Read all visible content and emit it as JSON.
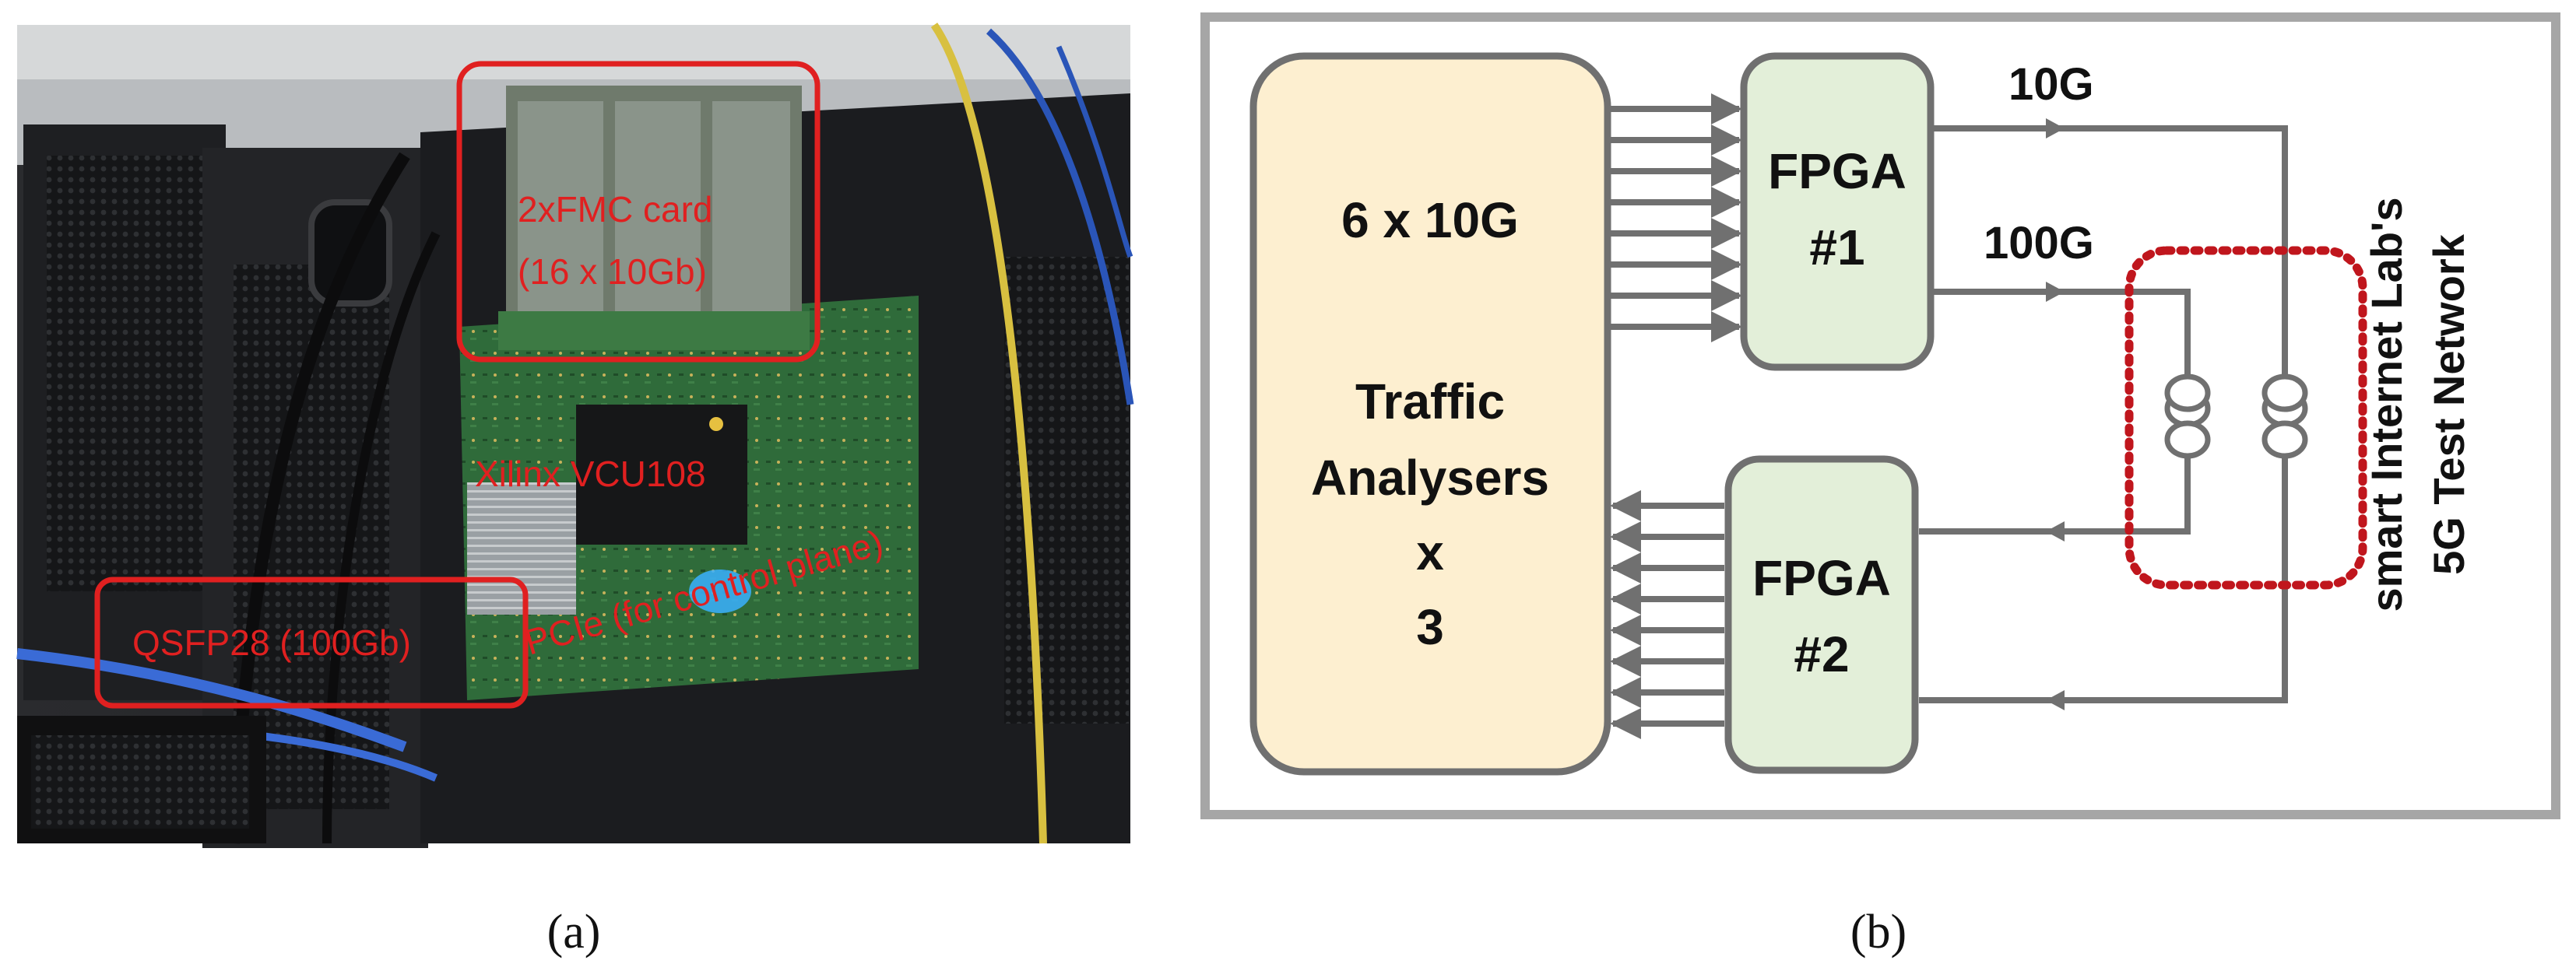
{
  "panel_a": {
    "annotations": {
      "fmc": [
        "2xFMC card",
        "(16 x 10Gb)"
      ],
      "board": "Xilinx VCU108",
      "qsfp": "QSFP28 (100Gb)",
      "pcie": "PCIe (for control plane)"
    },
    "caption": "(a)"
  },
  "panel_b": {
    "analyser": [
      "6 x 10G",
      "Traffic",
      "Analysers",
      "x",
      "3"
    ],
    "fpga1": [
      "FPGA",
      "#1"
    ],
    "fpga2": [
      "FPGA",
      "#2"
    ],
    "link_10g": "10G",
    "link_100g": "100G",
    "network": [
      "smart Internet Lab's",
      "5G Test Network"
    ],
    "caption": "(b)"
  },
  "colors": {
    "annotation_red": "#e02020",
    "analyser_fill": "#fdefd0",
    "fpga_fill": "#e3efd9",
    "line_gray": "#707070",
    "dotted_red": "#c0161d"
  }
}
